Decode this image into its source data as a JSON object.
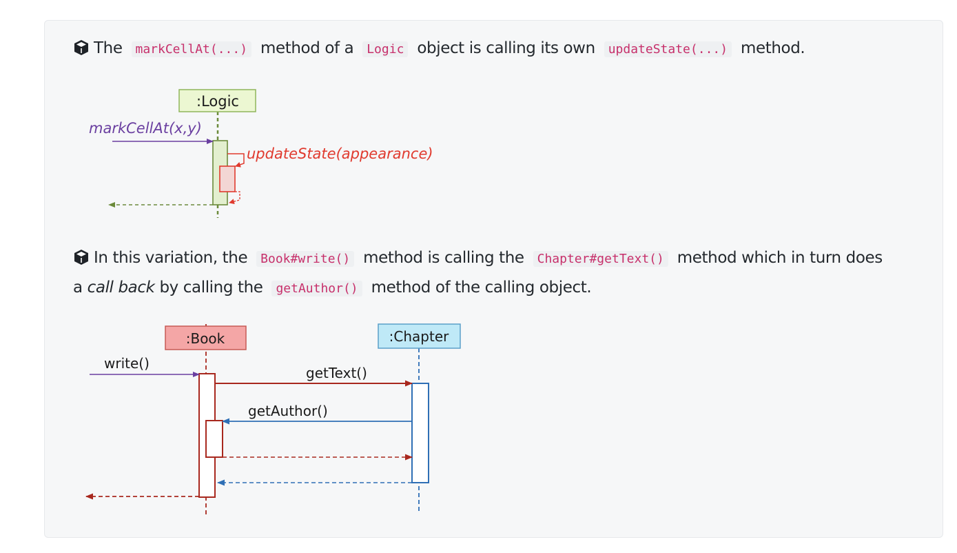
{
  "note1": {
    "t1": "The",
    "c1": "markCellAt(...)",
    "t2": "method of a",
    "c2": "Logic",
    "t3": "object is calling its own",
    "c3": "updateState(...)",
    "t4": "method."
  },
  "diagram1": {
    "lifeline": ":Logic",
    "call": "markCellAt(x,y)",
    "self_call": "updateState(appearance)"
  },
  "note2": {
    "t1": "In this variation, the",
    "c1": "Book#write()",
    "t2": "method is calling the",
    "c2": "Chapter#getText()",
    "t3": "method which in turn does",
    "t4": "a",
    "em": "call back",
    "t5": "by calling the",
    "c3": "getAuthor()",
    "t6": "method of the calling object."
  },
  "diagram2": {
    "lifeline_book": ":Book",
    "lifeline_chapter": ":Chapter",
    "call_write": "write()",
    "call_gettext": "getText()",
    "call_getauthor": "getAuthor()"
  },
  "colors": {
    "logic_box": "#ecf7d2",
    "logic_stroke": "#6b8a3a",
    "purple": "#6a3fa0",
    "red": "#e03a2e",
    "book_box": "#f4a6a6",
    "book_stroke": "#a8281e",
    "chapter_box": "#bfe9f7",
    "chapter_stroke": "#2f6fb5"
  }
}
